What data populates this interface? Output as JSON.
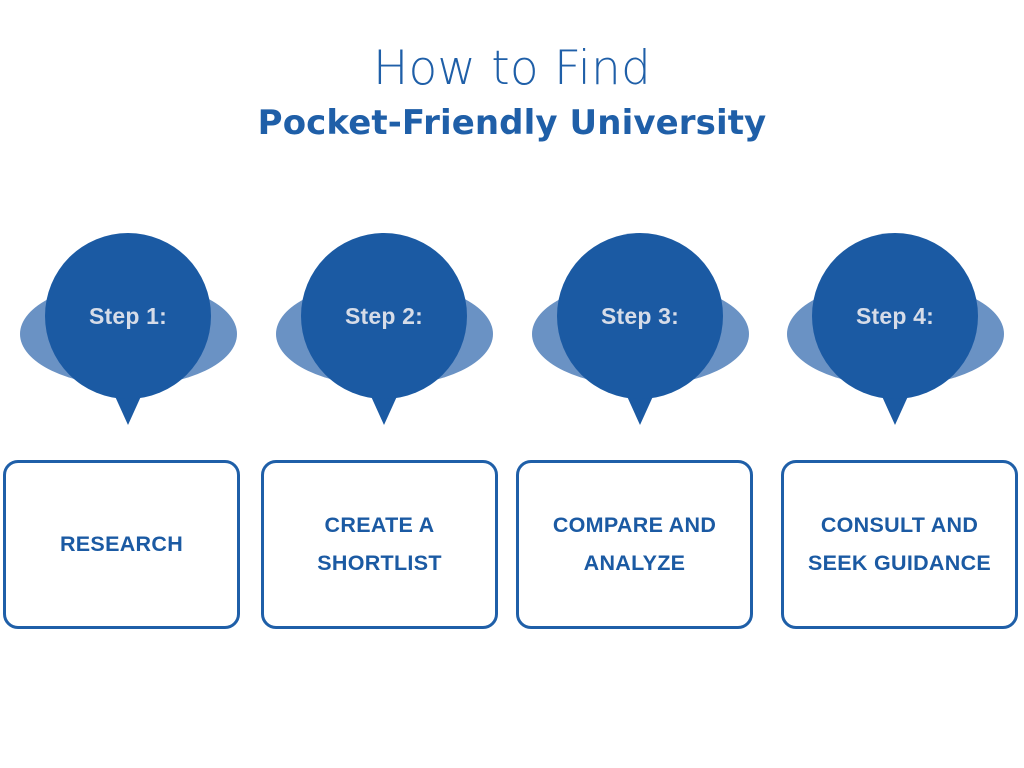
{
  "header": {
    "title": "How to Find",
    "subtitle": "Pocket-Friendly University"
  },
  "colors": {
    "title_blue": "#1f5fa8",
    "badge_dark_blue": "#1b5aa3",
    "badge_light_blue": "#6a92c4",
    "badge_text": "#d6dce8",
    "card_border": "#1f5fa8",
    "card_text": "#1b5aa3",
    "background": "#ffffff"
  },
  "steps": [
    {
      "badge": "Step 1:",
      "card": "RESEARCH"
    },
    {
      "badge": "Step 2:",
      "card": "CREATE A\nSHORTLIST"
    },
    {
      "badge": "Step 3:",
      "card": "COMPARE AND\nANALYZE"
    },
    {
      "badge": "Step 4:",
      "card": "CONSULT AND\nSEEK GUIDANCE"
    }
  ]
}
